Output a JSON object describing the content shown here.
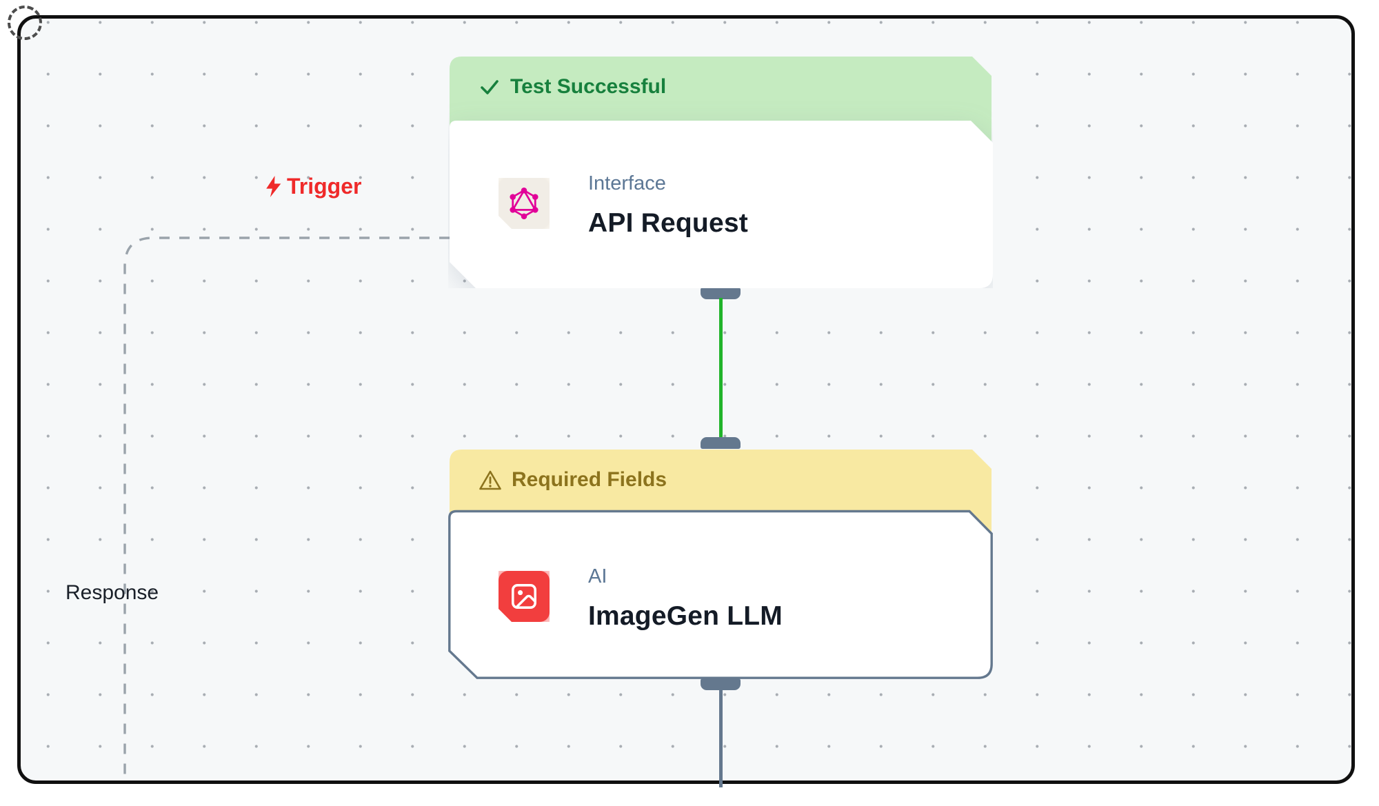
{
  "canvas": {
    "background": "#f6f8f9",
    "frame_color": "#101010",
    "dot_color": "#a8adb3"
  },
  "edge_labels": {
    "trigger": {
      "text": "Trigger",
      "color": "#ef2a2a",
      "icon": "lightning-bolt-icon"
    },
    "response": {
      "text": "Response",
      "color": "#1a2029"
    }
  },
  "edges": {
    "success_color": "#21b42b",
    "default_color": "#64788e",
    "dashed_color": "#9aa3ab"
  },
  "nodes": [
    {
      "banner": {
        "text": "Test Successful",
        "icon": "check-icon",
        "bg": "#c5ebc0",
        "color": "#17803d"
      },
      "category": "Interface",
      "title": "API Request",
      "icon": "graphql-icon",
      "accent": "#e10098"
    },
    {
      "banner": {
        "text": "Required Fields",
        "icon": "warning-icon",
        "bg": "#f8e9a2",
        "color": "#8c731d"
      },
      "category": "AI",
      "title": "ImageGen LLM",
      "icon": "image-icon",
      "accent": "#f23e3e"
    }
  ]
}
